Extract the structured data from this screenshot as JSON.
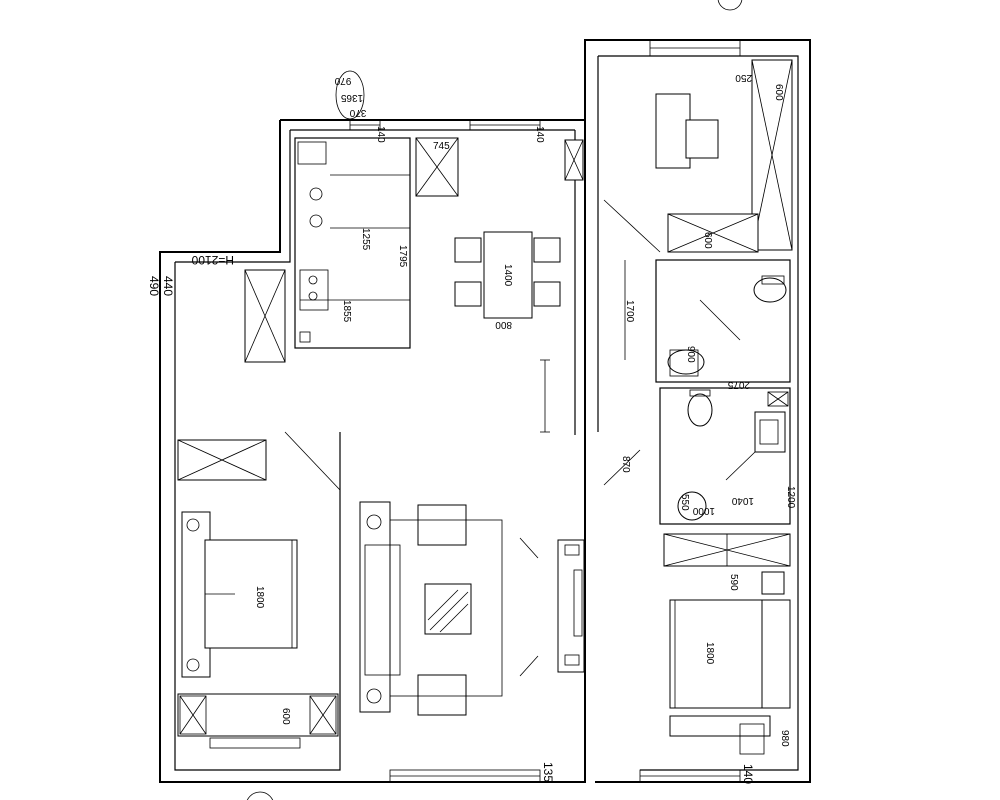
{
  "dimensions": {
    "d970": "970",
    "d1365": "1365",
    "d370": "370",
    "d140_top_left": "140",
    "d140_top_right": "140",
    "d745": "745",
    "d1255": "1255",
    "d1795": "1795",
    "d1855": "1855",
    "d1400": "1400",
    "d800": "800",
    "h2100": "H=2100",
    "d440": "440",
    "d490": "490",
    "d250": "250",
    "d600_top": "600",
    "d600_wardrobe": "600",
    "d1700": "1700",
    "d900": "900",
    "d2075": "2075",
    "d870": "870",
    "d1200": "1200",
    "d1040": "1040",
    "d550": "550",
    "d1000": "1000",
    "d590": "590",
    "d1800_left": "1800",
    "d1800_right": "1800",
    "d600_bottom": "600",
    "d135": "135",
    "d140_bottom": "140",
    "d980": "980"
  }
}
